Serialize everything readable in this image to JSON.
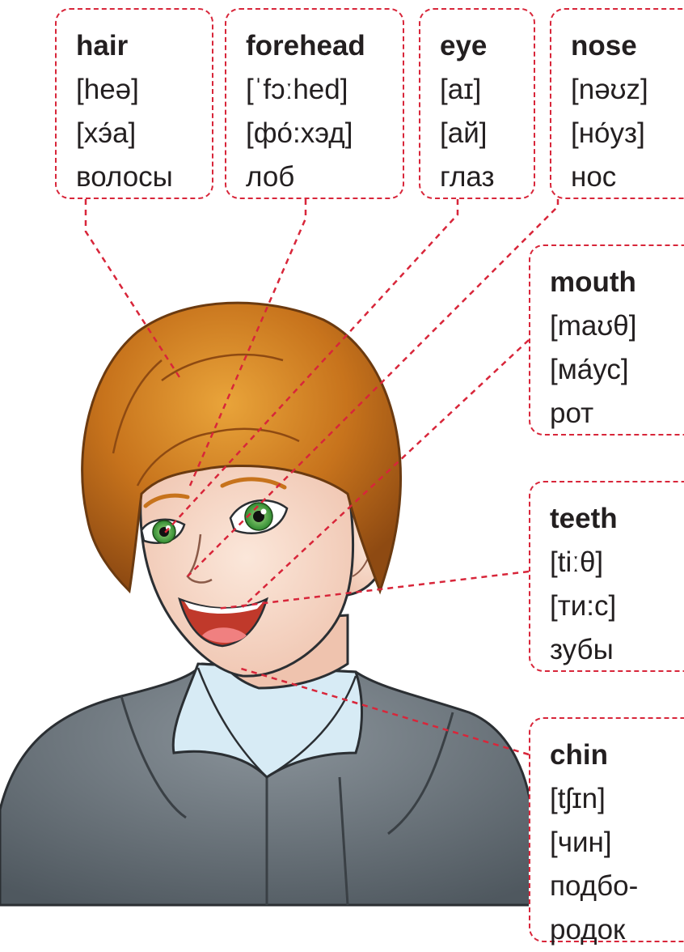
{
  "labels": {
    "hair": {
      "word": "hair",
      "ipa": "[heə]",
      "ru_transcription": "[хэ́а]",
      "translation": [
        "волосы"
      ]
    },
    "forehead": {
      "word": "forehead",
      "ipa": "[ˈfɔːhed]",
      "ru_transcription": "[фо́:хэд]",
      "translation": [
        "лоб"
      ]
    },
    "eye": {
      "word": "eye",
      "ipa": "[aɪ]",
      "ru_transcription": "[ай]",
      "translation": [
        "глаз"
      ]
    },
    "nose": {
      "word": "nose",
      "ipa": "[nəʊz]",
      "ru_transcription": "[но́уз]",
      "translation": [
        "нос"
      ]
    },
    "mouth": {
      "word": "mouth",
      "ipa": "[maʊθ]",
      "ru_transcription": "[ма́ус]",
      "translation": [
        "рот"
      ]
    },
    "teeth": {
      "word": "teeth",
      "ipa": "[tiːθ]",
      "ru_transcription": "[ти:с]",
      "translation": [
        "зубы"
      ]
    },
    "chin": {
      "word": "chin",
      "ipa": "[tʃɪn]",
      "ru_transcription": "[чин]",
      "translation": [
        "подбо-",
        "родок"
      ]
    }
  },
  "colors": {
    "leader_line": "#d8263a",
    "hair": "#c7731c",
    "skin": "#f6d9c8",
    "iris": "#3f9a3a",
    "jacket": "#6b747b",
    "shirt": "#d7ebf5"
  }
}
